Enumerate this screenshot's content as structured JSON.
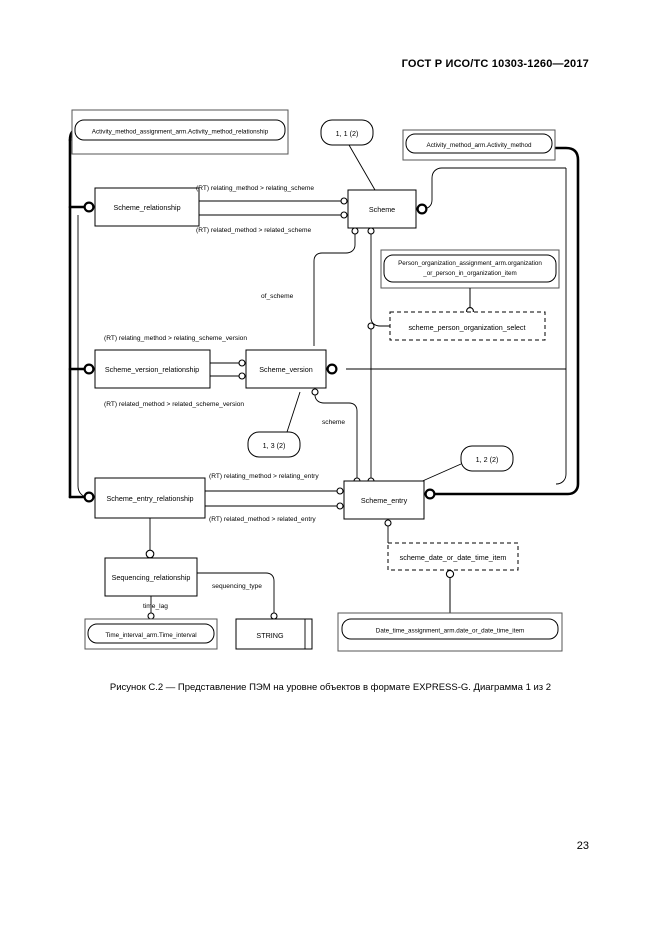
{
  "header": {
    "standard": "ГОСТ Р ИСО/ТС 10303-1260—2017"
  },
  "page_number": "23",
  "caption": "Рисунок С.2 — Представление ПЭМ на уровне объектов в формате EXPRESS-G. Диаграмма 1 из 2",
  "colors": {
    "ink": "#000000",
    "paper": "#ffffff",
    "outer_frame": "#555555"
  },
  "diagram": {
    "type": "EXPRESS-G object level diagram",
    "schemas": [
      {
        "id": "schema-activity-method-assignment",
        "label": "Activity_method_assignment_arm.Activity_method_relationship"
      },
      {
        "id": "schema-activity-method",
        "label": "Activity_method_arm.Activity_method"
      },
      {
        "id": "schema-person-organization",
        "label_line1": "Person_organization_assignment_arm.organization",
        "label_line2": "_or_person_in_organization_item"
      },
      {
        "id": "schema-time-interval",
        "label": "Time_interval_arm.Time_interval"
      },
      {
        "id": "schema-date-time",
        "label": "Date_time_assignment_arm.date_or_date_time_item"
      }
    ],
    "entities": [
      {
        "id": "scheme-relationship",
        "label": "Scheme_relationship"
      },
      {
        "id": "scheme",
        "label": "Scheme"
      },
      {
        "id": "scheme-version-relationship",
        "label": "Scheme_version_relationship"
      },
      {
        "id": "scheme-version",
        "label": "Scheme_version"
      },
      {
        "id": "scheme-entry-relationship",
        "label": "Scheme_entry_relationship"
      },
      {
        "id": "scheme-entry",
        "label": "Scheme_entry"
      },
      {
        "id": "sequencing-relationship",
        "label": "Sequencing_relationship"
      }
    ],
    "selects": [
      {
        "id": "scheme-person-organization-select",
        "label": "scheme_person_organization_select"
      },
      {
        "id": "scheme-date-or-date-time-item",
        "label": "scheme_date_or_date_time_item"
      }
    ],
    "primitives": [
      {
        "id": "string-type",
        "label": "STRING"
      }
    ],
    "page_refs": [
      {
        "id": "ref-1-1",
        "label": "1, 1 (2)"
      },
      {
        "id": "ref-1-3",
        "label": "1, 3 (2)"
      },
      {
        "id": "ref-1-2",
        "label": "1, 2 (2)"
      }
    ],
    "relationship_labels": [
      {
        "id": "rel-relating-scheme",
        "text": "(RT) relating_method > relating_scheme"
      },
      {
        "id": "rel-related-scheme",
        "text": "(RT) related_method > related_scheme"
      },
      {
        "id": "rel-relating-scheme-version",
        "text": "(RT) relating_method > relating_scheme_version"
      },
      {
        "id": "rel-related-scheme-version",
        "text": "(RT) related_method > related_scheme_version"
      },
      {
        "id": "rel-relating-entry",
        "text": "(RT) relating_method > relating_entry"
      },
      {
        "id": "rel-related-entry",
        "text": "(RT) related_method > related_entry"
      },
      {
        "id": "attr-of-scheme",
        "text": "of_scheme"
      },
      {
        "id": "attr-scheme",
        "text": "scheme"
      },
      {
        "id": "attr-sequencing-type",
        "text": "sequencing_type"
      },
      {
        "id": "attr-time-lag",
        "text": "time_lag"
      }
    ]
  }
}
